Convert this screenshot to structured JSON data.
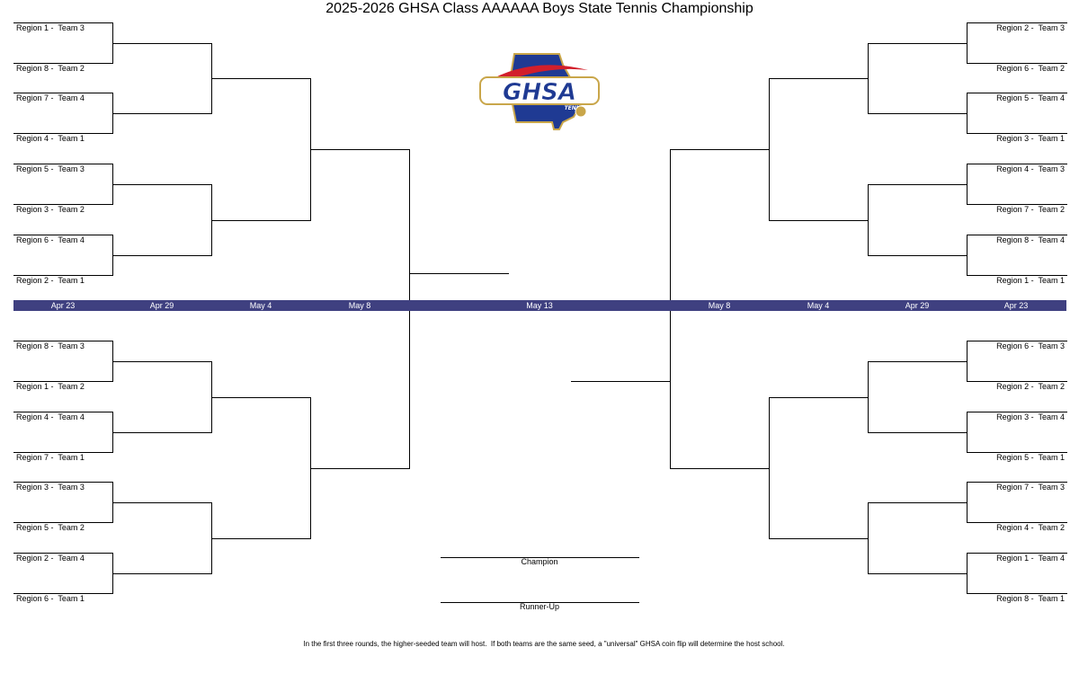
{
  "title": "2025-2026 GHSA Class AAAAAA Boys State Tennis Championship",
  "logo": {
    "main": "GHSA",
    "sub": "TENNIS",
    "colors": {
      "navy": "#1f3a93",
      "red": "#d21f2b",
      "gold": "#c9a64a"
    }
  },
  "bracket": {
    "left_top": [
      "Region 1 -  Team 3",
      "Region 8 -  Team 2",
      "Region 7 -  Team 4",
      "Region 4 -  Team 1",
      "Region 5 -  Team 3",
      "Region 3 -  Team 2",
      "Region 6 -  Team 4",
      "Region 2 -  Team 1"
    ],
    "right_top": [
      "Region 2 -  Team 3",
      "Region 6 -  Team 2",
      "Region 5 -  Team 4",
      "Region 3 -  Team 1",
      "Region 4 -  Team 3",
      "Region 7 -  Team 2",
      "Region 8 -  Team 4",
      "Region 1 -  Team 1"
    ],
    "left_bottom": [
      "Region 8 -  Team 3",
      "Region 1 -  Team 2",
      "Region 4 -  Team 4",
      "Region 7 -  Team 1",
      "Region 3 -  Team 3",
      "Region 5 -  Team 2",
      "Region 2 -  Team 4",
      "Region 6 -  Team 1"
    ],
    "right_bottom": [
      "Region 6 -  Team 3",
      "Region 2 -  Team 2",
      "Region 3 -  Team 4",
      "Region 5 -  Team 1",
      "Region 7 -  Team 3",
      "Region 4 -  Team 2",
      "Region 1 -  Team 4",
      "Region 8 -  Team 1"
    ]
  },
  "dates": [
    "Apr 23",
    "Apr 29",
    "May 4",
    "May 8",
    "May 13",
    "May 8",
    "May 4",
    "Apr 29",
    "Apr 23"
  ],
  "date_band_color": "#3f4080",
  "results": {
    "champion": "Champion",
    "runner_up": "Runner-Up"
  },
  "footnote": "In the first three rounds, the higher-seeded team will host.  If both teams are the same seed, a \"universal\" GHSA coin flip will determine the host school."
}
